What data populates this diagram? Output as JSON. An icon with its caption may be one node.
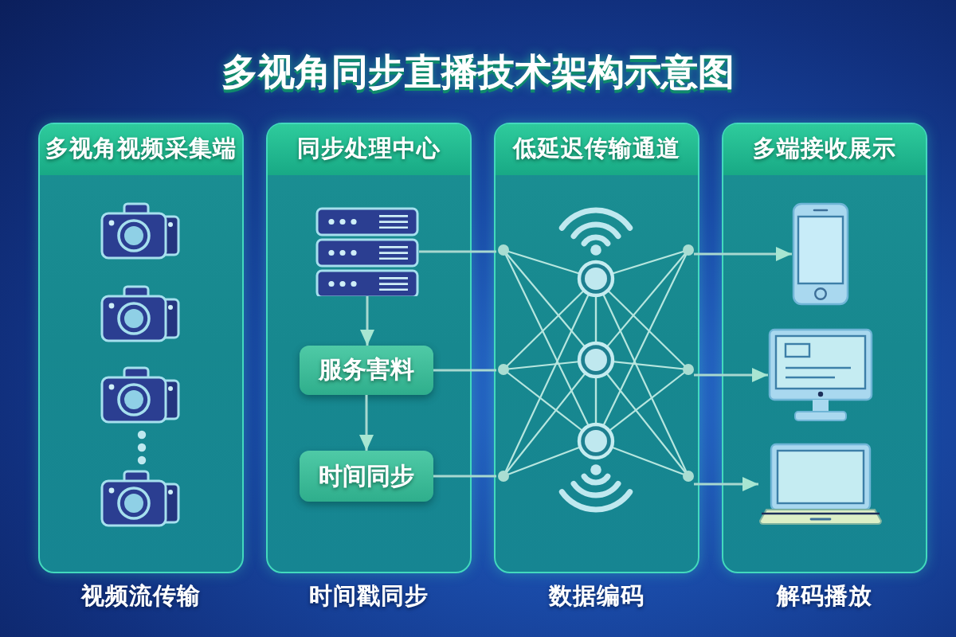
{
  "diagram": {
    "title": "多视角同步直播技术架构示意图",
    "nodes": [
      {
        "text": [
          "多视角视频采集端"
        ],
        "beside": [
          "视频流传输"
        ]
      },
      {
        "text": [],
        "shape": "picture",
        "in": 0
      },
      {
        "text": [],
        "shape": "picture",
        "in": 0
      },
      {
        "text": [],
        "shape": "picture",
        "in": 0
      },
      {
        "text": [],
        "shape": "picture",
        "in": 0
      },
      {
        "text": [
          "同步处理中心"
        ],
        "beside": [
          "时间戳同步"
        ]
      },
      {
        "text": [],
        "shape": "picture",
        "in": 5
      },
      {
        "text": [
          "服务害料"
        ],
        "in": 5
      },
      {
        "text": [
          "时间同步"
        ],
        "in": 5
      },
      {
        "text": [
          "低延迟传输通道"
        ],
        "beside": [
          "数据编码"
        ]
      },
      {
        "text": [],
        "shape": "picture",
        "in": 9
      },
      {
        "text": [
          "多端接收展示"
        ],
        "beside": [
          "解码播放"
        ]
      },
      {
        "text": [],
        "shape": "picture",
        "in": 11
      },
      {
        "text": [],
        "shape": "picture",
        "in": 11
      },
      {
        "text": [],
        "shape": "picture",
        "in": 11
      }
    ],
    "edges": [
      {
        "from": 6,
        "to": 7,
        "arrow": "to"
      },
      {
        "from": 7,
        "to": 8,
        "arrow": "to"
      },
      {
        "from": 6,
        "to": 10,
        "arrow": "none"
      },
      {
        "from": 7,
        "to": 10,
        "arrow": "none"
      },
      {
        "from": 8,
        "to": 10,
        "arrow": "none"
      },
      {
        "from": 10,
        "to": 12,
        "arrow": "to"
      },
      {
        "from": 10,
        "to": 13,
        "arrow": "to"
      },
      {
        "from": 10,
        "to": 14,
        "arrow": "to"
      }
    ]
  }
}
